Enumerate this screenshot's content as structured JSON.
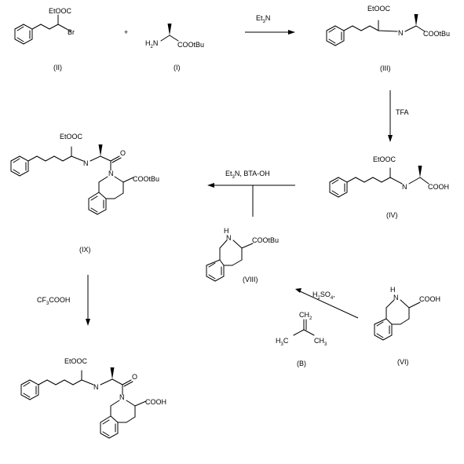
{
  "labels": {
    "ii": "(II)",
    "i": "(I)",
    "iii": "(III)",
    "iv": "(IV)",
    "ix": "(IX)",
    "viii": "(VIII)",
    "vi": "(VI)",
    "b": "(B)"
  },
  "plus": "+",
  "groups": {
    "etooc": "EtOOC",
    "br": "Br",
    "h2n_h": "H",
    "h2n_sub": "2",
    "h2n_n": "N",
    "cootbu": "COOtBu",
    "nh": "N",
    "h": "H",
    "cooh": "COOH",
    "me": "CH",
    "me_sub": "3",
    "o": "O",
    "n": "N",
    "h3c_h": "H",
    "h3c_sub": "3",
    "h3c_c": "C",
    "ch2": "CH",
    "ch2_sub": "2"
  },
  "reagents": {
    "et3n_a": "Et",
    "et3n_sub": "3",
    "et3n_b": "N",
    "tfa": "TFA",
    "coupling_a": "Et",
    "coupling_sub": "3",
    "coupling_b": "N, BTA-OH",
    "h2so4_a": "H",
    "h2so4_sub": "2",
    "h2so4_b": "SO",
    "h2so4_sub2": "4",
    "h2so4_c": ",",
    "cf3_a": "CF",
    "cf3_sub": "3",
    "cf3_b": "COOH"
  }
}
